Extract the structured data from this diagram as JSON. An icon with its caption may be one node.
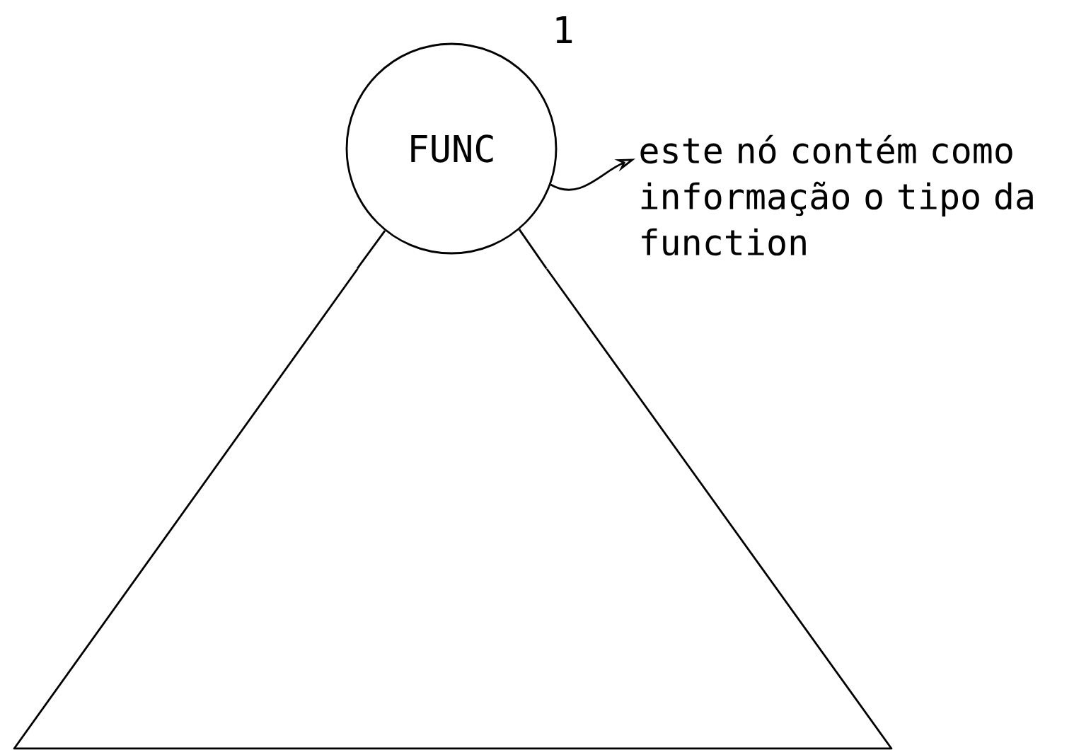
{
  "diagram": {
    "nodes": [
      {
        "text": [
          "FUNC"
        ],
        "beside": [
          "1"
        ]
      },
      {
        "text": [],
        "shape": "triangle"
      },
      {
        "text": [
          "este nó contém como informação o tipo da function"
        ]
      }
    ],
    "edges": [
      {
        "from": 0,
        "to": 2,
        "arrow": "to"
      },
      {
        "from": 0,
        "to": 1,
        "arrow": "none"
      },
      {
        "from": 0,
        "to": 1,
        "arrow": "none"
      }
    ]
  }
}
